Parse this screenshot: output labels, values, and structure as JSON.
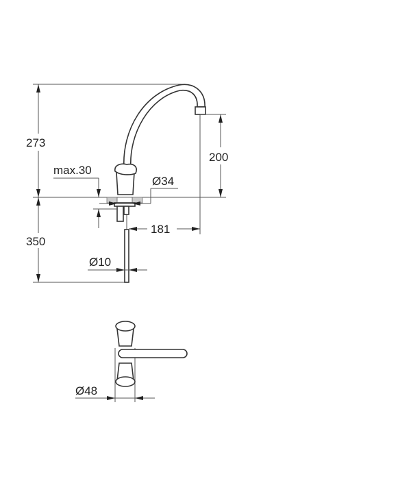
{
  "drawing": {
    "side_view": {
      "dim_total_height": "273",
      "dim_spout_height": "200",
      "dim_max_thickness": "max.30",
      "dim_hole_diameter": "Ø34",
      "dim_reach": "181",
      "dim_below_deck": "350",
      "dim_pipe_diameter": "Ø10"
    },
    "top_view": {
      "dim_base_diameter": "Ø48"
    }
  }
}
